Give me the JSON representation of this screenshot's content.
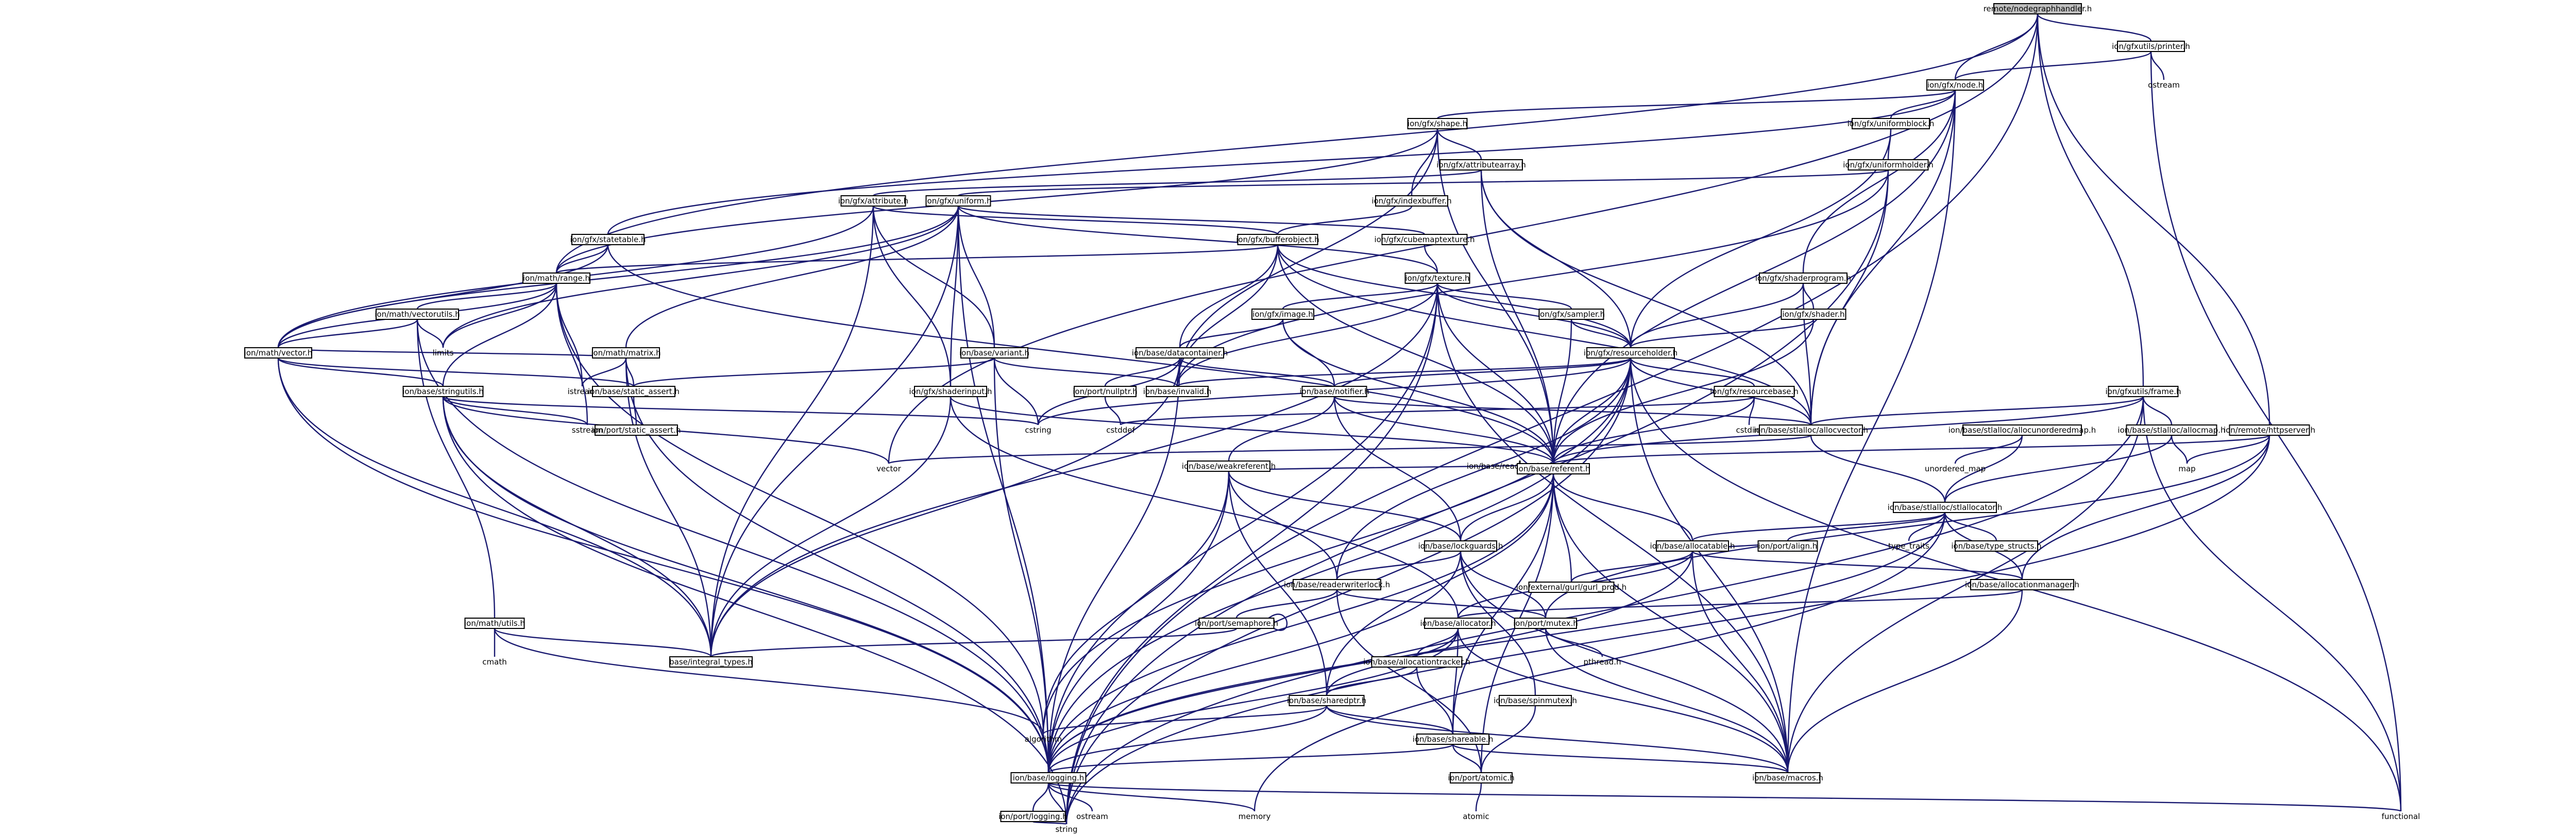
{
  "diagram": {
    "title": "",
    "nodes": [
      {
        "id": "root",
        "label": "remote/nodegraphhandler.h",
        "root": true
      },
      {
        "id": "utils_printer",
        "label": "ion/gfxutils/printer.h"
      },
      {
        "id": "gfx_node",
        "label": "ion/gfx/node.h"
      },
      {
        "id": "ostream_top",
        "label": "ostream",
        "plain": true
      },
      {
        "id": "gfx_shape",
        "label": "ion/gfx/shape.h"
      },
      {
        "id": "gfx_uniformblock",
        "label": "ion/gfx/uniformblock.h"
      },
      {
        "id": "gfx_attributearray",
        "label": "ion/gfx/attributearray.h"
      },
      {
        "id": "gfx_uniformholder",
        "label": "ion/gfx/uniformholder.h"
      },
      {
        "id": "gfx_indexbuffer",
        "label": "ion/gfx/indexbuffer.h"
      },
      {
        "id": "gfx_attribute",
        "label": "ion/gfx/attribute.h"
      },
      {
        "id": "gfx_uniform",
        "label": "ion/gfx/uniform.h"
      },
      {
        "id": "gfx_statetable",
        "label": "ion/gfx/statetable.h"
      },
      {
        "id": "gfx_bufferobject",
        "label": "ion/gfx/bufferobject.h"
      },
      {
        "id": "gfx_cubemaptexture",
        "label": "ion/gfx/cubemaptexture.h"
      },
      {
        "id": "math_range",
        "label": "ion/math/range.h"
      },
      {
        "id": "gfx_texture",
        "label": "ion/gfx/texture.h"
      },
      {
        "id": "gfx_shaderprogram",
        "label": "ion/gfx/shaderprogram.h"
      },
      {
        "id": "gfx_shader",
        "label": "ion/gfx/shader.h"
      },
      {
        "id": "math_vectorutils",
        "label": "ion/math/vectorutils.h"
      },
      {
        "id": "gfx_image",
        "label": "ion/gfx/image.h"
      },
      {
        "id": "gfx_sampler",
        "label": "ion/gfx/sampler.h"
      },
      {
        "id": "gfx_resourceholder",
        "label": "ion/gfx/resourceholder.h"
      },
      {
        "id": "math_vector",
        "label": "ion/math/vector.h"
      },
      {
        "id": "limits",
        "label": "limits",
        "plain": true
      },
      {
        "id": "math_matrix",
        "label": "ion/math/matrix.h"
      },
      {
        "id": "base_variant",
        "label": "ion/base/variant.h"
      },
      {
        "id": "base_datacontainer",
        "label": "ion/base/datacontainer.h"
      },
      {
        "id": "istream",
        "label": "istream",
        "plain": true
      },
      {
        "id": "base_stringutils",
        "label": "ion/base/stringutils.h"
      },
      {
        "id": "base_static_assert",
        "label": "ion/base/static_assert.h"
      },
      {
        "id": "gfx_shaderinput",
        "label": "ion/gfx/shaderinput.h"
      },
      {
        "id": "port_nullptr",
        "label": "ion/port/nullptr.h"
      },
      {
        "id": "base_invalid",
        "label": "ion/base/invalid.h"
      },
      {
        "id": "base_notifier",
        "label": "ion/base/notifier.h"
      },
      {
        "id": "gfx_resourcebase",
        "label": "ion/gfx/resourcebase.h"
      },
      {
        "id": "gfxutils_frame",
        "label": "ion/gfxutils/frame.h"
      },
      {
        "id": "port_static_assert",
        "label": "ion/port/static_assert.h"
      },
      {
        "id": "sstream",
        "label": "sstream",
        "plain": true
      },
      {
        "id": "cstring",
        "label": "cstring",
        "plain": true
      },
      {
        "id": "cstddef",
        "label": "cstddef",
        "plain": true
      },
      {
        "id": "cstdint",
        "label": "cstdint",
        "plain": true
      },
      {
        "id": "base_allocvector",
        "label": "ion/base/stlalloc/allocvector.h"
      },
      {
        "id": "base_allocunordered",
        "label": "ion/base/stlalloc/allocunorderedmap.h"
      },
      {
        "id": "base_allocmap",
        "label": "ion/base/stlalloc/allocmap.h"
      },
      {
        "id": "remote_httpserver",
        "label": "ion/remote/httpserver.h"
      },
      {
        "id": "base_readerwriterlock_rl",
        "label": "ion/base/readerwriterlock.h"
      },
      {
        "id": "base_weakreferent",
        "label": "ion/base/weakreferent.h"
      },
      {
        "id": "vector",
        "label": "vector",
        "plain": true
      },
      {
        "id": "base_referent",
        "label": "ion/base/referent.h"
      },
      {
        "id": "unordered_map",
        "label": "unordered_map",
        "plain": true
      },
      {
        "id": "map",
        "label": "map",
        "plain": true
      },
      {
        "id": "base_stlallocator",
        "label": "ion/base/stlalloc/stlallocator.h"
      },
      {
        "id": "type_traits",
        "label": "type_traits",
        "plain": true
      },
      {
        "id": "base_type_structs",
        "label": "ion/base/type_structs.h"
      },
      {
        "id": "port_align",
        "label": "ion/port/align.h"
      },
      {
        "id": "base_allocatable",
        "label": "ion/base/allocatable.h"
      },
      {
        "id": "base_lockguards",
        "label": "ion/base/lockguards.h"
      },
      {
        "id": "base_readerwriterlock",
        "label": "ion/base/readerwriterlock.h"
      },
      {
        "id": "external_gurl",
        "label": "ion/external/gurl/gurl_prod.h"
      },
      {
        "id": "base_allocationmanager",
        "label": "ion/base/allocationmanager.h"
      },
      {
        "id": "port_semaphore",
        "label": "ion/port/semaphore.h"
      },
      {
        "id": "base_allocator",
        "label": "ion/base/allocator.h"
      },
      {
        "id": "port_mutex",
        "label": "ion/port/mutex.h"
      },
      {
        "id": "math_utils",
        "label": "ion/math/utils.h"
      },
      {
        "id": "base_integral_types",
        "label": "base/integral_types.h"
      },
      {
        "id": "base_allocationtracker",
        "label": "ion/base/allocationtracker.h"
      },
      {
        "id": "pthread",
        "label": "pthread.h",
        "plain": true
      },
      {
        "id": "cmath",
        "label": "cmath",
        "plain": true
      },
      {
        "id": "base_sharedptr",
        "label": "ion/base/sharedptr.h"
      },
      {
        "id": "base_spinmutex",
        "label": "ion/base/spinmutex.h"
      },
      {
        "id": "algorithm",
        "label": "algorithm",
        "plain": true
      },
      {
        "id": "base_shareable",
        "label": "ion/base/shareable.h"
      },
      {
        "id": "base_logging",
        "label": "ion/base/logging.h"
      },
      {
        "id": "port_atomic",
        "label": "ion/port/atomic.h"
      },
      {
        "id": "base_macros",
        "label": "ion/base/macros.h"
      },
      {
        "id": "port_logging",
        "label": "ion/port/logging.h"
      },
      {
        "id": "ostream_bottom",
        "label": "ostream",
        "plain": true
      },
      {
        "id": "memory",
        "label": "memory",
        "plain": true
      },
      {
        "id": "functional",
        "label": "functional",
        "plain": true
      },
      {
        "id": "atomic",
        "label": "atomic",
        "plain": true
      },
      {
        "id": "string",
        "label": "string",
        "plain": true
      }
    ]
  }
}
